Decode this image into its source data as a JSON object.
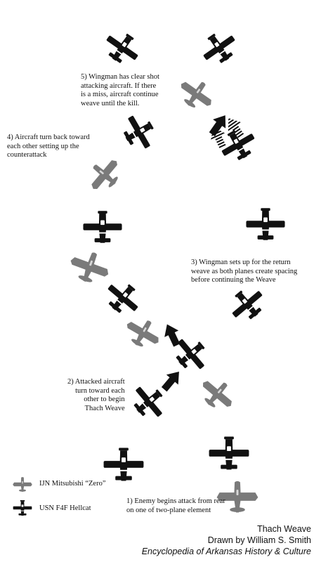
{
  "colors": {
    "hellcat": "#111111",
    "zero": "#7a7a7a",
    "background": "#ffffff",
    "text": "#111111"
  },
  "steps": {
    "step1": "1) Enemy begins attack from rear\non one of two-plane element",
    "step2": "2) Attacked aircraft\nturn toward each\nother to begin\nThach Weave",
    "step3": "3) Wingman sets up for the return\nweave as both planes create spacing\nbefore continuing the Weave",
    "step4": "4) Aircraft turn back toward\neach other setting up the\ncounterattack",
    "step5": "5) Wingman has clear shot\nattacking aircraft.  If there\nis a miss, aircraft continue\nweave until the kill."
  },
  "legend": {
    "zero": "IJN Mitsubishi “Zero”",
    "hellcat": "USN F4F Hellcat"
  },
  "credits": {
    "title": "Thach Weave",
    "author": "Drawn by William S. Smith",
    "publication": "Encyclopedia of Arkansas History & Culture"
  },
  "aircraft": [
    {
      "type": "hellcat",
      "heading": 35
    },
    {
      "type": "hellcat",
      "heading": -35
    },
    {
      "type": "zero",
      "heading": 35
    },
    {
      "type": "hellcat",
      "heading": 60
    },
    {
      "type": "hellcat",
      "heading": -30
    },
    {
      "type": "zero",
      "heading": -50
    },
    {
      "type": "hellcat",
      "heading": 0
    },
    {
      "type": "hellcat",
      "heading": 0
    },
    {
      "type": "zero",
      "heading": 20
    },
    {
      "type": "hellcat",
      "heading": 40
    },
    {
      "type": "hellcat",
      "heading": -40
    },
    {
      "type": "zero",
      "heading": 30
    },
    {
      "type": "hellcat",
      "heading": 50
    },
    {
      "type": "hellcat",
      "heading": 50
    },
    {
      "type": "zero",
      "heading": 40
    },
    {
      "type": "hellcat",
      "heading": 0
    },
    {
      "type": "hellcat",
      "heading": 0
    },
    {
      "type": "zero",
      "heading": 0
    }
  ],
  "arrows": [
    {
      "style": "solid",
      "heading": -25
    },
    {
      "style": "solid",
      "heading": 40
    },
    {
      "style": "solid",
      "heading": 35
    },
    {
      "style": "striped",
      "heading": -35
    },
    {
      "style": "striped",
      "heading": -25
    }
  ]
}
